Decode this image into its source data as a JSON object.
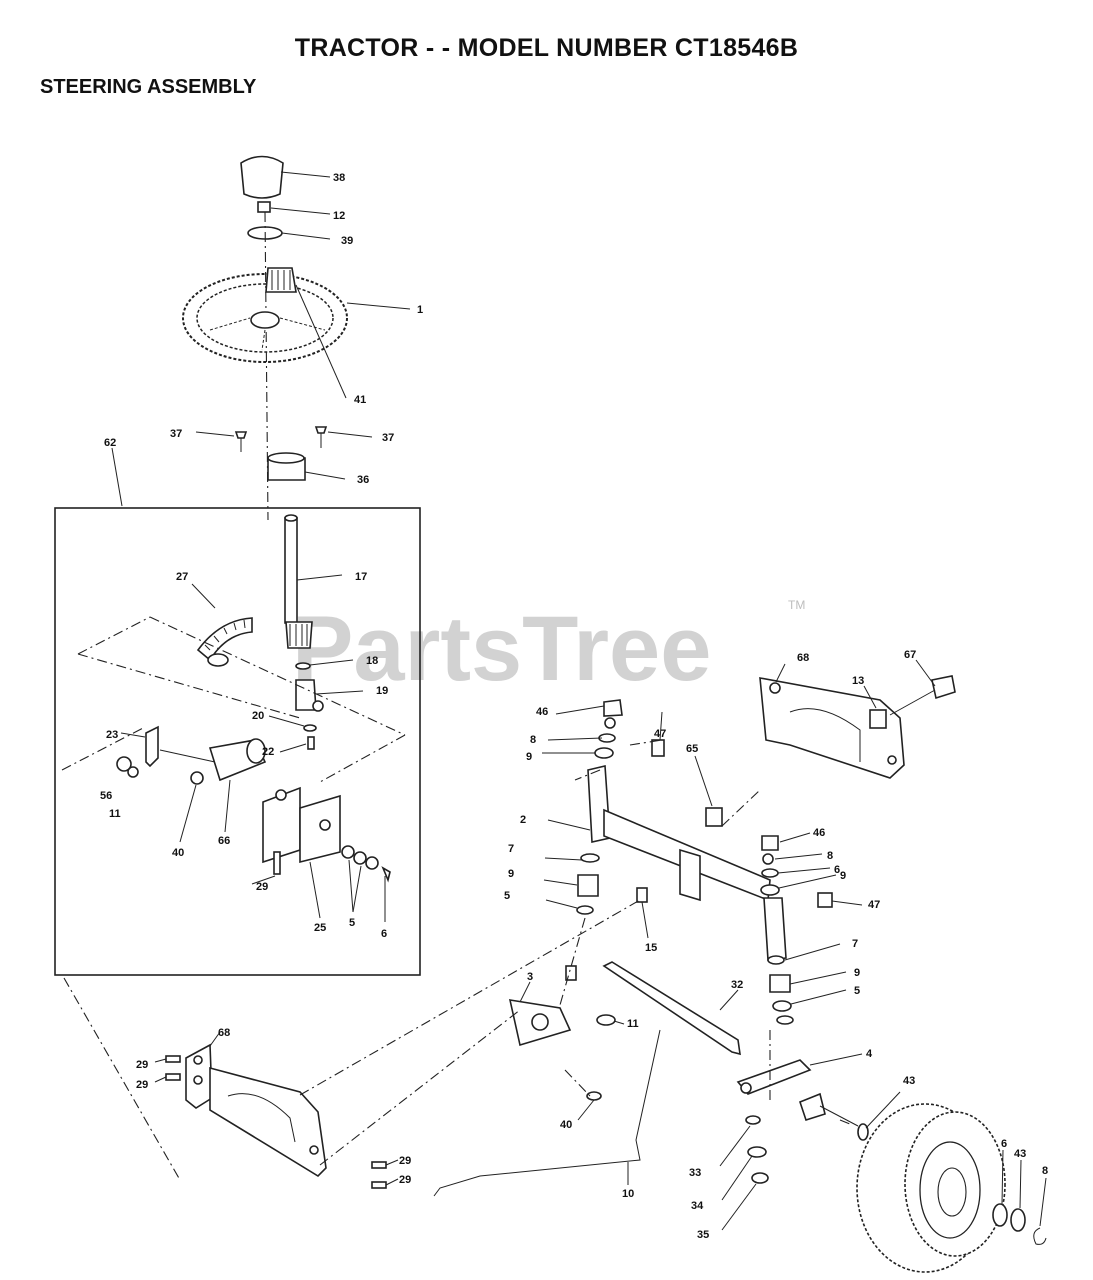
{
  "header": {
    "title": "TRACTOR - - MODEL NUMBER CT18546B",
    "subtitle": "STEERING ASSEMBLY"
  },
  "watermark": {
    "text": "PartsTree",
    "tm": "TM"
  },
  "callouts": {
    "c38": "38",
    "c12": "12",
    "c39": "39",
    "c1": "1",
    "c41": "41",
    "c37a": "37",
    "c37b": "37",
    "c36": "36",
    "c62": "62",
    "c17": "17",
    "c27": "27",
    "c18": "18",
    "c19": "19",
    "c20": "20",
    "c22": "22",
    "c23": "23",
    "c56": "56",
    "c11a": "11",
    "c40a": "40",
    "c66": "66",
    "c29a": "29",
    "c25": "25",
    "c5a": "5",
    "c6a": "6",
    "c68a": "68",
    "c67": "67",
    "c13": "13",
    "c46a": "46",
    "c47a": "47",
    "c8a": "8",
    "c9a": "9",
    "c65": "65",
    "c2": "2",
    "c46b": "46",
    "c8b": "8",
    "c6b": "6",
    "c9b": "9",
    "c7a": "7",
    "c9c": "9",
    "c5b": "5",
    "c15": "15",
    "c47b": "47",
    "c7b": "7",
    "c9d": "9",
    "c5c": "5",
    "c3": "3",
    "c32": "32",
    "c11b": "11",
    "c4": "4",
    "c43a": "43",
    "c40b": "40",
    "c68b": "68",
    "c29b": "29",
    "c29c": "29",
    "c29d": "29",
    "c29e": "29",
    "c10": "10",
    "c33": "33",
    "c34": "34",
    "c35": "35",
    "c6c": "6",
    "c43b": "43",
    "c8c": "8"
  }
}
